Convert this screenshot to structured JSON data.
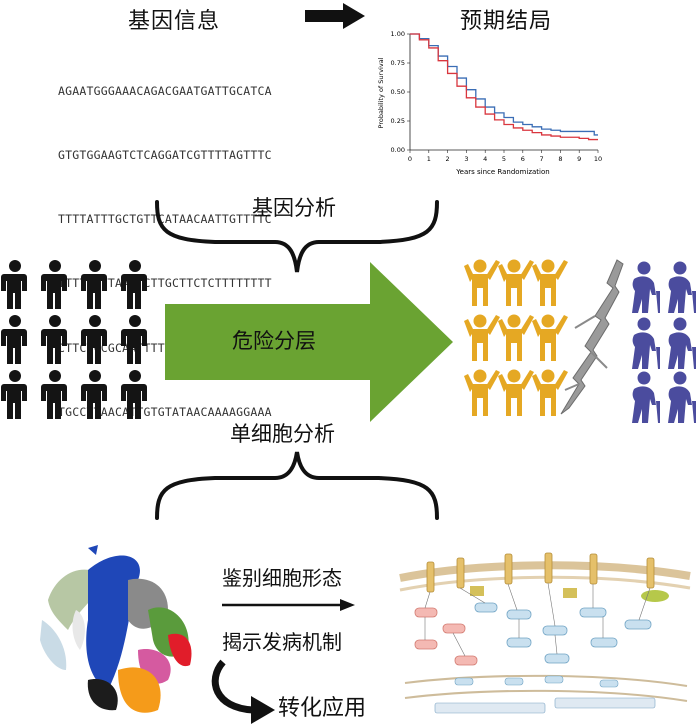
{
  "top": {
    "gene_info_title": "基因信息",
    "prognosis_title": "预期结局",
    "sequence_lines": [
      "AGAATGGGAAACAGACGAATGATTGCATCA",
      "GTGTGGAAGTCTCAGGATCGTTTTAGTTTC",
      "TTTTATTTGCTGTTCATAACAATTGTTTTC",
      "TTTTGTTTAATTCTTGCTTCTCTTTTTTTT",
      "CTTCTCCGCAATTTTTACTATTATACTTAA",
      "TGCCTTAACATTGTGTATAACAAAAGGAAA"
    ]
  },
  "chart_data": {
    "type": "line",
    "xlabel": "Years since Randomization",
    "ylabel": "Probability of Survival",
    "xlim": [
      0,
      10
    ],
    "ylim": [
      0,
      1.0
    ],
    "x_ticks": [
      0,
      1,
      2,
      3,
      4,
      5,
      6,
      7,
      8,
      9,
      10
    ],
    "y_ticks": [
      "0.00",
      "0.25",
      "0.50",
      "0.75",
      "1.00"
    ],
    "series": [
      {
        "color": "#3a6db5",
        "x": [
          0,
          0.5,
          1,
          1.5,
          2,
          2.5,
          3,
          3.5,
          4,
          4.5,
          5,
          5.5,
          6,
          6.5,
          7,
          7.5,
          8,
          8.5,
          9,
          9.5,
          9.8,
          10
        ],
        "y": [
          1.0,
          0.96,
          0.9,
          0.81,
          0.72,
          0.62,
          0.52,
          0.44,
          0.37,
          0.32,
          0.28,
          0.24,
          0.22,
          0.2,
          0.18,
          0.17,
          0.16,
          0.16,
          0.16,
          0.16,
          0.13,
          0.13
        ]
      },
      {
        "color": "#d9363e",
        "x": [
          0,
          0.5,
          1,
          1.5,
          2,
          2.5,
          3,
          3.5,
          4,
          4.5,
          5,
          5.5,
          6,
          6.5,
          7,
          7.5,
          8,
          8.5,
          9,
          9.5,
          9.8,
          10
        ],
        "y": [
          1.0,
          0.95,
          0.88,
          0.77,
          0.66,
          0.55,
          0.45,
          0.37,
          0.31,
          0.26,
          0.22,
          0.19,
          0.17,
          0.15,
          0.13,
          0.12,
          0.11,
          0.11,
          0.1,
          0.09,
          0.09,
          0.09
        ]
      }
    ]
  },
  "middle": {
    "gene_analysis_label": "基因分析",
    "risk_label": "危险分层",
    "single_cell_label": "单细胞分析"
  },
  "bottom": {
    "step1": "鉴别细胞形态",
    "step2": "揭示发病机制",
    "step3": "转化应用"
  },
  "colors": {
    "arrow_green": "#6aa332",
    "person_black": "#141414",
    "person_gold": "#e5a823",
    "person_purple": "#4b4c9e"
  }
}
